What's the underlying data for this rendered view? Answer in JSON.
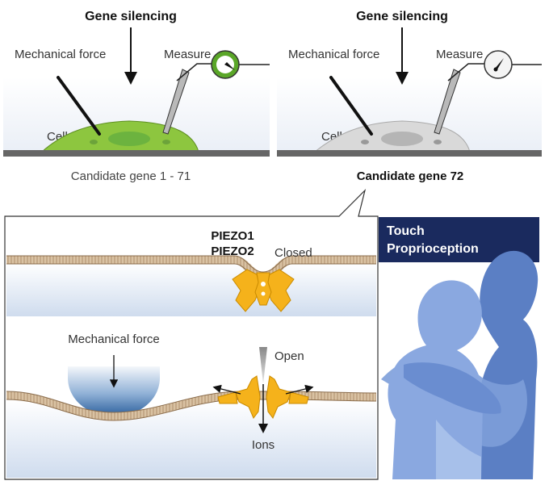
{
  "top_left": {
    "heading": "Gene silencing",
    "force_label": "Mechanical force",
    "measure_label": "Measure",
    "cell_label": "Cell",
    "caption": "Candidate gene 1 - 71",
    "meter_color": "#5aa628",
    "cell_color": "#8dc63f"
  },
  "top_right": {
    "heading": "Gene silencing",
    "force_label": "Mechanical force",
    "measure_label": "Measure",
    "cell_label": "Cell",
    "caption": "Candidate gene 72",
    "meter_color": "#f4f4f4",
    "cell_color": "#d9d9d9"
  },
  "channel": {
    "protein_1": "PIEZO1",
    "protein_2": "PIEZO2",
    "closed_label": "Closed",
    "open_label": "Open",
    "force_label": "Mechanical force",
    "ions_label": "Ions",
    "channel_color": "#f5b21b"
  },
  "touch_panel": {
    "line1": "Touch",
    "line2": "Proprioception",
    "header_color": "#1a2a5e"
  }
}
